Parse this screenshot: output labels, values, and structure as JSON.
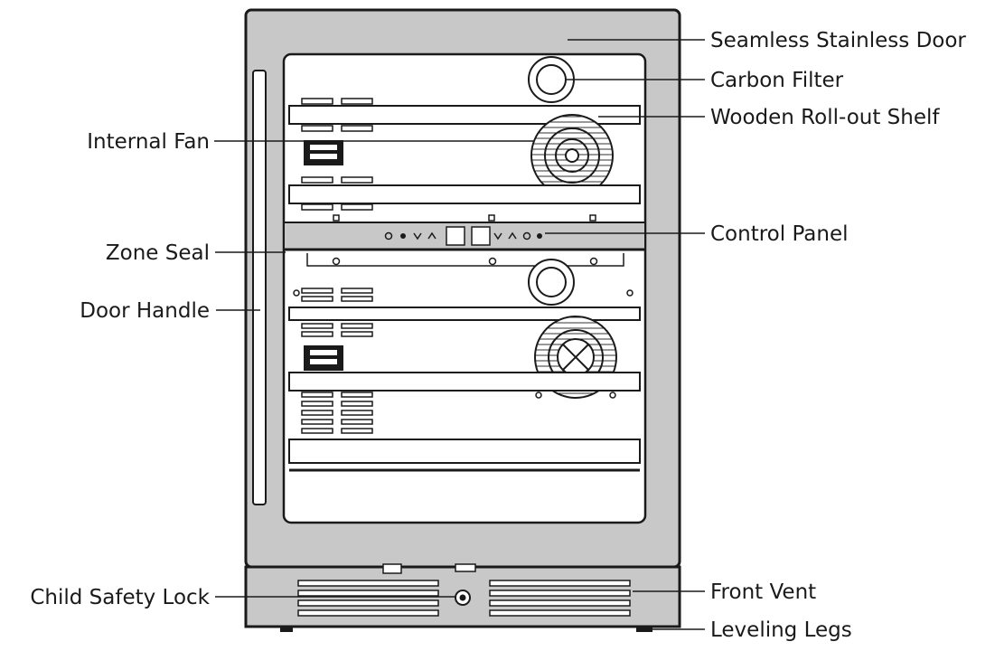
{
  "labels": {
    "seamless_stainless_door": "Seamless Stainless Door",
    "carbon_filter": "Carbon Filter",
    "wooden_rollout_shelf": "Wooden Roll-out Shelf",
    "internal_fan": "Internal Fan",
    "control_panel": "Control Panel",
    "zone_seal": "Zone Seal",
    "door_handle": "Door Handle",
    "child_safety_lock": "Child Safety Lock",
    "front_vent": "Front Vent",
    "leveling_legs": "Leveling Legs"
  },
  "colors": {
    "stainless": "#c8c8c8",
    "outline": "#1a1a1a",
    "glass": "#ffffff",
    "text": "#1a1a1a"
  }
}
